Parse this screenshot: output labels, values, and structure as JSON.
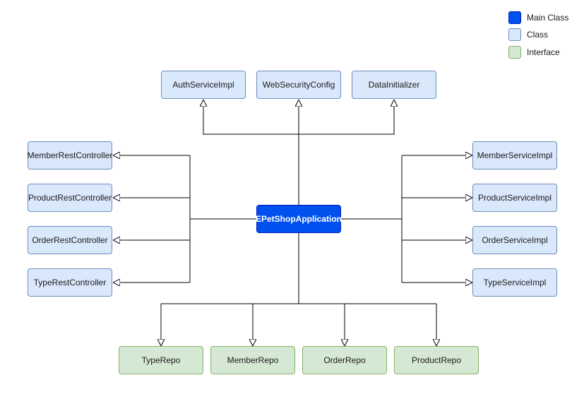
{
  "legend": {
    "main_class": "Main Class",
    "class": "Class",
    "interface": "Interface"
  },
  "colors": {
    "main_fill": "#0050ef",
    "class_fill": "#dae8fc",
    "interface_fill": "#d5e8d4",
    "line": "#000000"
  },
  "nodes": {
    "main": "EPetShopApplication",
    "auth_service_impl": "AuthServiceImpl",
    "web_security_config": "WebSecurityConfig",
    "data_initializer": "DataInitializer",
    "member_rest_controller": "MemberRestController",
    "product_rest_controller": "ProductRestController",
    "order_rest_controller": "OrderRestController",
    "type_rest_controller": "TypeRestController",
    "member_service_impl": "MemberServiceImpl",
    "product_service_impl": "ProductServiceImpl",
    "order_service_impl": "OrderServiceImpl",
    "type_service_impl": "TypeServiceImpl",
    "type_repo": "TypeRepo",
    "member_repo": "MemberRepo",
    "order_repo": "OrderRepo",
    "product_repo": "ProductRepo"
  }
}
